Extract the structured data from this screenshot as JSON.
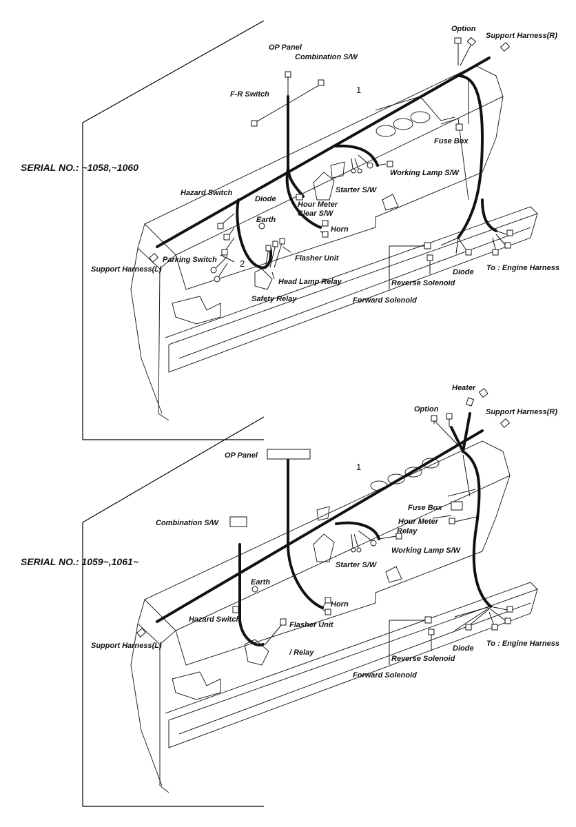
{
  "diagrams": [
    {
      "serial": "SERIAL NO.: ~1058,~1060",
      "part_number": "1",
      "sub_part_number": "2",
      "labels": {
        "option": "Option",
        "support_harness_r": "Support Harness(R)",
        "op_panel": "OP Panel",
        "combination_sw": "Combination S/W",
        "fr_switch": "F-R Switch",
        "fuse_box": "Fuse Box",
        "working_lamp_sw": "Working Lamp S/W",
        "hazard_switch": "Hazard Switch",
        "diode_left": "Diode",
        "starter_sw": "Starter S/W",
        "hour_meter_clear_1": "Hour Meter",
        "hour_meter_clear_2": "Clear S/W",
        "earth": "Earth",
        "horn": "Horn",
        "parking_switch": "Parking Switch",
        "flasher_unit": "Flasher Unit",
        "support_harness_l": "Support Harness(L)",
        "head_lamp_relay": "Head Lamp Relay",
        "safety_relay": "Safety Relay",
        "diode_right": "Diode",
        "to_engine_harness": "To : Engine Harness",
        "reverse_solenoid": "Reverse Solenoid",
        "forward_solenoid": "Forward Solenoid"
      }
    },
    {
      "serial": "SERIAL NO.: 1059~,1061~",
      "part_number": "1",
      "labels": {
        "heater": "Heater",
        "option": "Option",
        "support_harness_r": "Support Harness(R)",
        "op_panel": "OP Panel",
        "fuse_box": "Fuse Box",
        "hour_meter_relay_1": "Hour Meter",
        "hour_meter_relay_2": "Relay",
        "combination_sw": "Combination S/W",
        "working_lamp_sw": "Working Lamp S/W",
        "starter_sw": "Starter S/W",
        "earth": "Earth",
        "horn": "Horn",
        "hazard_switch": "Hazard Switch",
        "flasher_unit_relay_1": "Flasher Unit",
        "flasher_unit_relay_2": "/ Relay",
        "support_harness_l": "Support Harness(L)",
        "diode": "Diode",
        "to_engine_harness": "To : Engine Harness",
        "reverse_solenoid": "Reverse Solenoid",
        "forward_solenoid": "Forward Solenoid"
      }
    }
  ]
}
